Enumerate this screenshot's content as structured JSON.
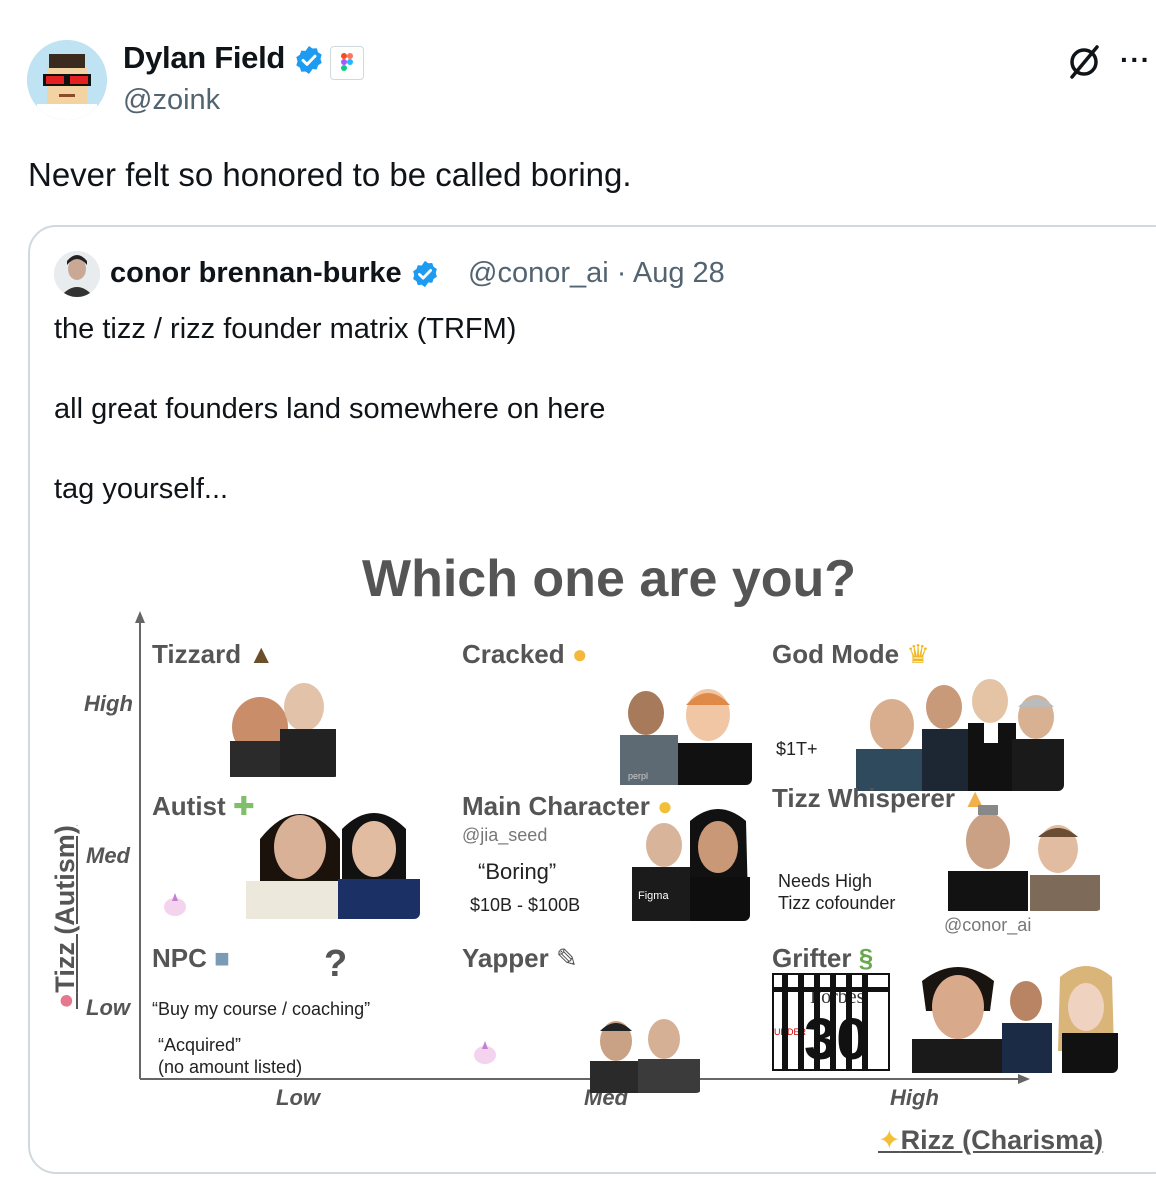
{
  "author": {
    "name": "Dylan Field",
    "handle": "@zoink"
  },
  "post": {
    "text": "Never felt so honored to be called boring."
  },
  "quoted": {
    "name": "conor brennan-burke",
    "handle_date": "@conor_ai · Aug 28",
    "lines": [
      "the tizz / rizz founder matrix (TRFM)",
      "all great founders land somewhere on here",
      "tag yourself..."
    ]
  },
  "matrix": {
    "title": "Which one are you?",
    "y_axis": "Tizz (Autism)",
    "x_axis": "Rizz (Charisma)",
    "y_ticks": [
      "High",
      "Med",
      "Low"
    ],
    "x_ticks": [
      "Low",
      "Med",
      "High"
    ],
    "cells": {
      "tizzard": "Tizzard",
      "cracked": "Cracked",
      "god_mode": "God Mode",
      "autist": "Autist",
      "main_character": "Main Character",
      "tizz_whisperer": "Tizz Whisperer",
      "npc": "NPC",
      "yapper": "Yapper",
      "grifter": "Grifter"
    },
    "notes": {
      "god_mode_value": "$1T+",
      "main_char_handle": "@jia_seed",
      "main_char_boring": "“Boring”",
      "main_char_value": "$10B - $100B",
      "whisperer_note_1": "Needs High",
      "whisperer_note_2": "Tizz cofounder",
      "whisperer_handle": "@conor_ai",
      "npc_question": "?",
      "npc_course": "“Buy my course / coaching”",
      "npc_acquired": "“Acquired”",
      "npc_amount": "(no amount listed)",
      "figma_shirt": "Figma",
      "perplexity_shirt": "perpl",
      "forbes": "Forbes",
      "under": "UNDER",
      "thirty": "30"
    }
  },
  "colors": {
    "verified_blue": "#1d9bf0",
    "secondary_text": "#536471",
    "border": "#cfd9de",
    "chart_gray": "#555555"
  }
}
